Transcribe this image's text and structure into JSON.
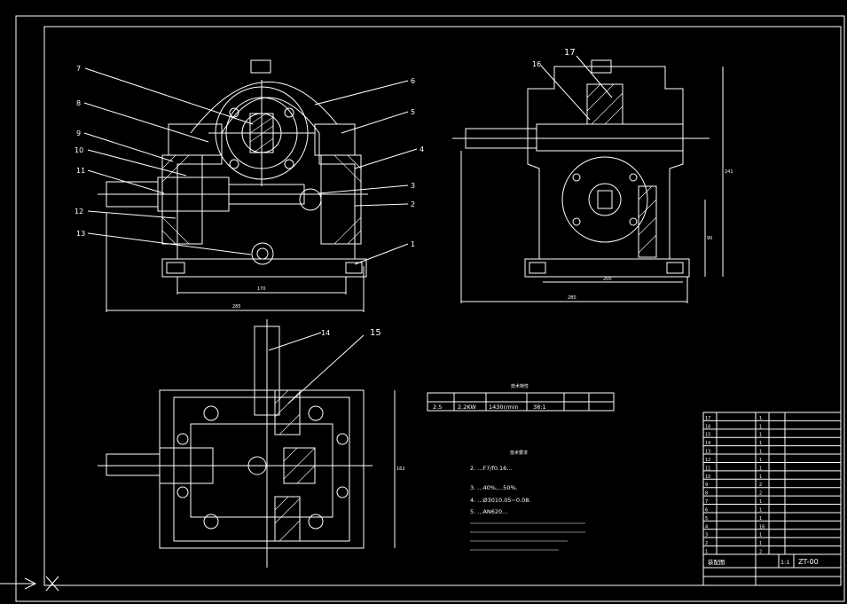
{
  "callouts": {
    "c1": "1",
    "c2": "2",
    "c3": "3",
    "c4": "4",
    "c5": "5",
    "c6": "6",
    "c7": "7",
    "c8": "8",
    "c9": "9",
    "c10": "10",
    "c11": "11",
    "c12": "12",
    "c13": "13",
    "c14": "14",
    "c15": "15",
    "c16": "16",
    "c17": "17"
  },
  "params_table": {
    "rows": [
      [
        "2.5",
        "2.2KW",
        "1430r/min",
        "38:1"
      ]
    ]
  },
  "tech_requirements": {
    "lines": [
      "2. ...F7/f0.16...",
      "3. ...40%,...50%.",
      "4. ...Ø3010.05~0.08.",
      "5. ...AN620..."
    ]
  },
  "title_block": {
    "row_numbers": [
      "17",
      "16",
      "15",
      "14",
      "13",
      "12",
      "11",
      "10",
      "9",
      "8",
      "7",
      "6",
      "5",
      "4",
      "3",
      "2",
      "1"
    ],
    "qty_visible": [
      "1",
      "1",
      "1",
      "1",
      "1",
      "1",
      "1",
      "1",
      "2",
      "2",
      "1",
      "1",
      "1",
      "16",
      "1",
      "1",
      "2"
    ],
    "drawing_no": "ZT-00",
    "sheet": "1:1"
  },
  "colors": {
    "background": "#000000",
    "lines": "#ffffff"
  }
}
